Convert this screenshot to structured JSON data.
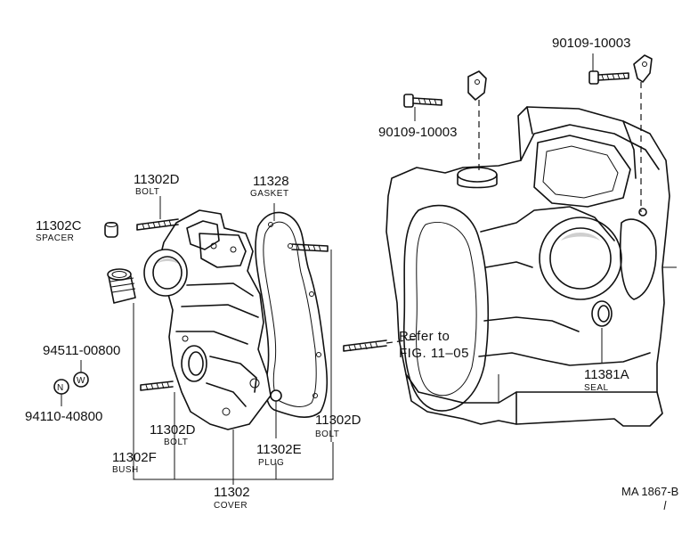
{
  "parts": {
    "bolt_top_right": {
      "number": "90109-10003"
    },
    "bolt_top_left": {
      "number": "90109-10003"
    },
    "bolt_upper": {
      "number": "11302D",
      "name": "BOLT"
    },
    "gasket": {
      "number": "11328",
      "name": "GASKET"
    },
    "spacer": {
      "number": "11302C",
      "name": "SPACER"
    },
    "washer": {
      "number": "94511-00800",
      "symbol": "W"
    },
    "nut": {
      "number": "94110-40800",
      "symbol": "N"
    },
    "bolt_lower": {
      "number": "11302D",
      "name": "BOLT"
    },
    "bolt_right": {
      "number": "11302D",
      "name": "BOLT"
    },
    "bush": {
      "number": "11302F",
      "name": "BUSH"
    },
    "plug": {
      "number": "11302E",
      "name": "PLUG"
    },
    "cover": {
      "number": "11302",
      "name": "COVER"
    },
    "seal": {
      "number": "11381A",
      "name": "SEAL"
    }
  },
  "reference": {
    "line1": "Refer to",
    "line2": "FIG. 11–05"
  },
  "figure_code": "MA 1867-B"
}
